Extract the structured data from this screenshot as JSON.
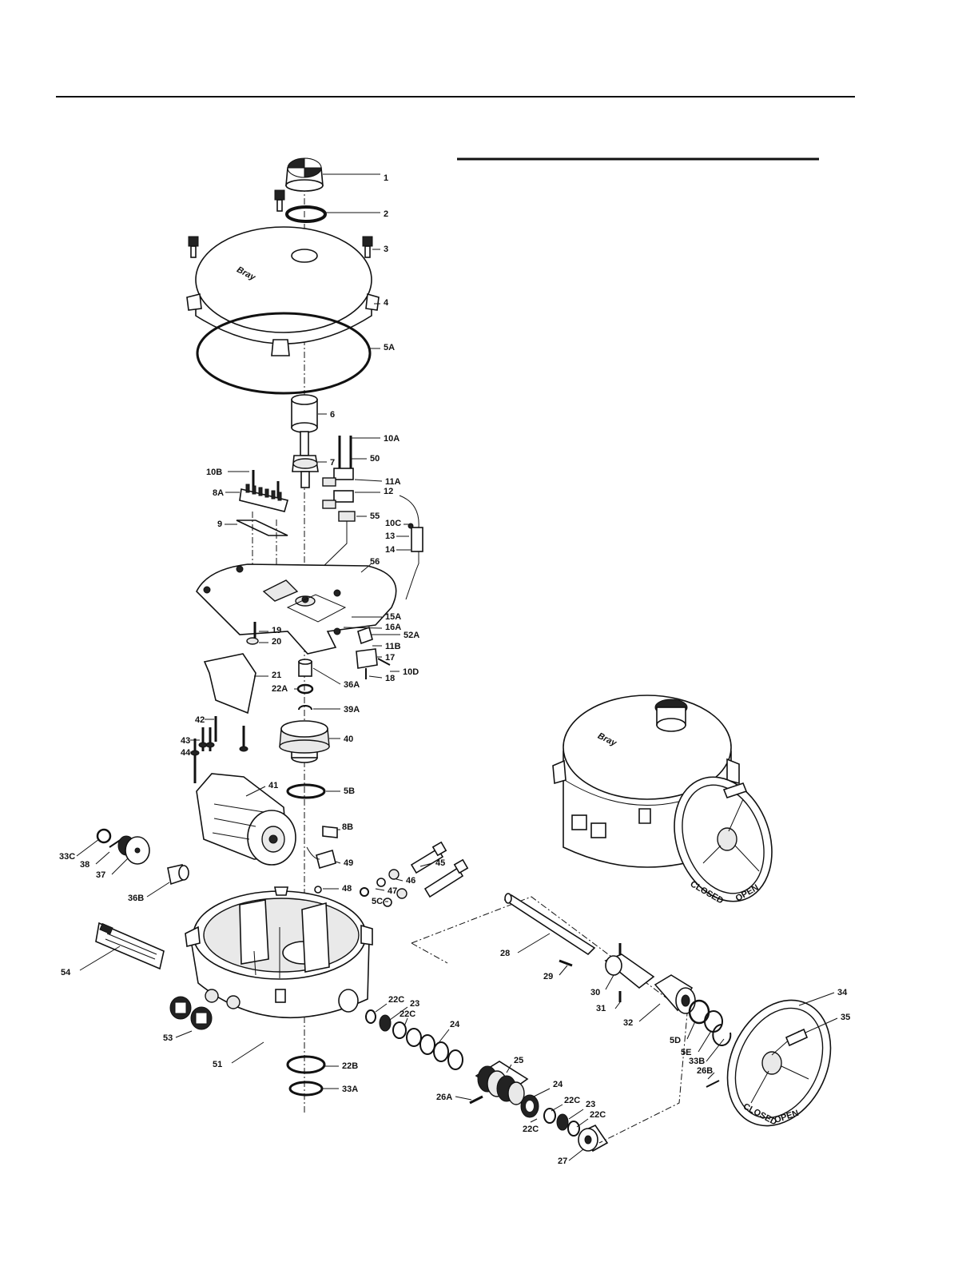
{
  "brand_logo": "Bray",
  "handwheel_marking": {
    "closed": "CLOSED",
    "open": "OPEN"
  },
  "callouts": [
    {
      "id": "c1",
      "label": "1"
    },
    {
      "id": "c2",
      "label": "2"
    },
    {
      "id": "c3",
      "label": "3"
    },
    {
      "id": "c4",
      "label": "4"
    },
    {
      "id": "c5A",
      "label": "5A"
    },
    {
      "id": "c6",
      "label": "6"
    },
    {
      "id": "c10A",
      "label": "10A"
    },
    {
      "id": "c7",
      "label": "7"
    },
    {
      "id": "c50",
      "label": "50"
    },
    {
      "id": "c10B",
      "label": "10B"
    },
    {
      "id": "c11A",
      "label": "11A"
    },
    {
      "id": "c8A",
      "label": "8A"
    },
    {
      "id": "c12",
      "label": "12"
    },
    {
      "id": "c55",
      "label": "55"
    },
    {
      "id": "c9",
      "label": "9"
    },
    {
      "id": "c10C",
      "label": "10C"
    },
    {
      "id": "c13",
      "label": "13"
    },
    {
      "id": "c14",
      "label": "14"
    },
    {
      "id": "c56",
      "label": "56"
    },
    {
      "id": "c15A",
      "label": "15A"
    },
    {
      "id": "c16A",
      "label": "16A"
    },
    {
      "id": "c52A",
      "label": "52A"
    },
    {
      "id": "c19",
      "label": "19"
    },
    {
      "id": "c20",
      "label": "20"
    },
    {
      "id": "c11B",
      "label": "11B"
    },
    {
      "id": "c17",
      "label": "17"
    },
    {
      "id": "c10D",
      "label": "10D"
    },
    {
      "id": "c21",
      "label": "21"
    },
    {
      "id": "c18",
      "label": "18"
    },
    {
      "id": "c36A",
      "label": "36A"
    },
    {
      "id": "c22A",
      "label": "22A"
    },
    {
      "id": "c39A",
      "label": "39A"
    },
    {
      "id": "c42",
      "label": "42"
    },
    {
      "id": "c40",
      "label": "40"
    },
    {
      "id": "c43",
      "label": "43"
    },
    {
      "id": "c44",
      "label": "44"
    },
    {
      "id": "c41",
      "label": "41"
    },
    {
      "id": "c5B",
      "label": "5B"
    },
    {
      "id": "c8B",
      "label": "8B"
    },
    {
      "id": "c33C",
      "label": "33C"
    },
    {
      "id": "c38",
      "label": "38"
    },
    {
      "id": "c37",
      "label": "37"
    },
    {
      "id": "c49",
      "label": "49"
    },
    {
      "id": "c45",
      "label": "45"
    },
    {
      "id": "c46",
      "label": "46"
    },
    {
      "id": "c36B",
      "label": "36B"
    },
    {
      "id": "c48",
      "label": "48"
    },
    {
      "id": "c47",
      "label": "47"
    },
    {
      "id": "c5C",
      "label": "5C"
    },
    {
      "id": "c28",
      "label": "28"
    },
    {
      "id": "c54",
      "label": "54"
    },
    {
      "id": "c29",
      "label": "29"
    },
    {
      "id": "c30",
      "label": "30"
    },
    {
      "id": "c34",
      "label": "34"
    },
    {
      "id": "c35",
      "label": "35"
    },
    {
      "id": "c22C_1",
      "label": "22C"
    },
    {
      "id": "c23_1",
      "label": "23"
    },
    {
      "id": "c22C_2",
      "label": "22C"
    },
    {
      "id": "c31",
      "label": "31"
    },
    {
      "id": "c32",
      "label": "32"
    },
    {
      "id": "c24_1",
      "label": "24"
    },
    {
      "id": "c53",
      "label": "53"
    },
    {
      "id": "c5D",
      "label": "5D"
    },
    {
      "id": "c5E",
      "label": "5E"
    },
    {
      "id": "c33B",
      "label": "33B"
    },
    {
      "id": "c51",
      "label": "51"
    },
    {
      "id": "c25",
      "label": "25"
    },
    {
      "id": "c22B",
      "label": "22B"
    },
    {
      "id": "c26B",
      "label": "26B"
    },
    {
      "id": "c24_2",
      "label": "24"
    },
    {
      "id": "c26A",
      "label": "26A"
    },
    {
      "id": "c22C_3",
      "label": "22C"
    },
    {
      "id": "c23_2",
      "label": "23"
    },
    {
      "id": "c22C_4",
      "label": "22C"
    },
    {
      "id": "c33A",
      "label": "33A"
    },
    {
      "id": "c22C_5",
      "label": "22C"
    },
    {
      "id": "c27",
      "label": "27"
    }
  ]
}
